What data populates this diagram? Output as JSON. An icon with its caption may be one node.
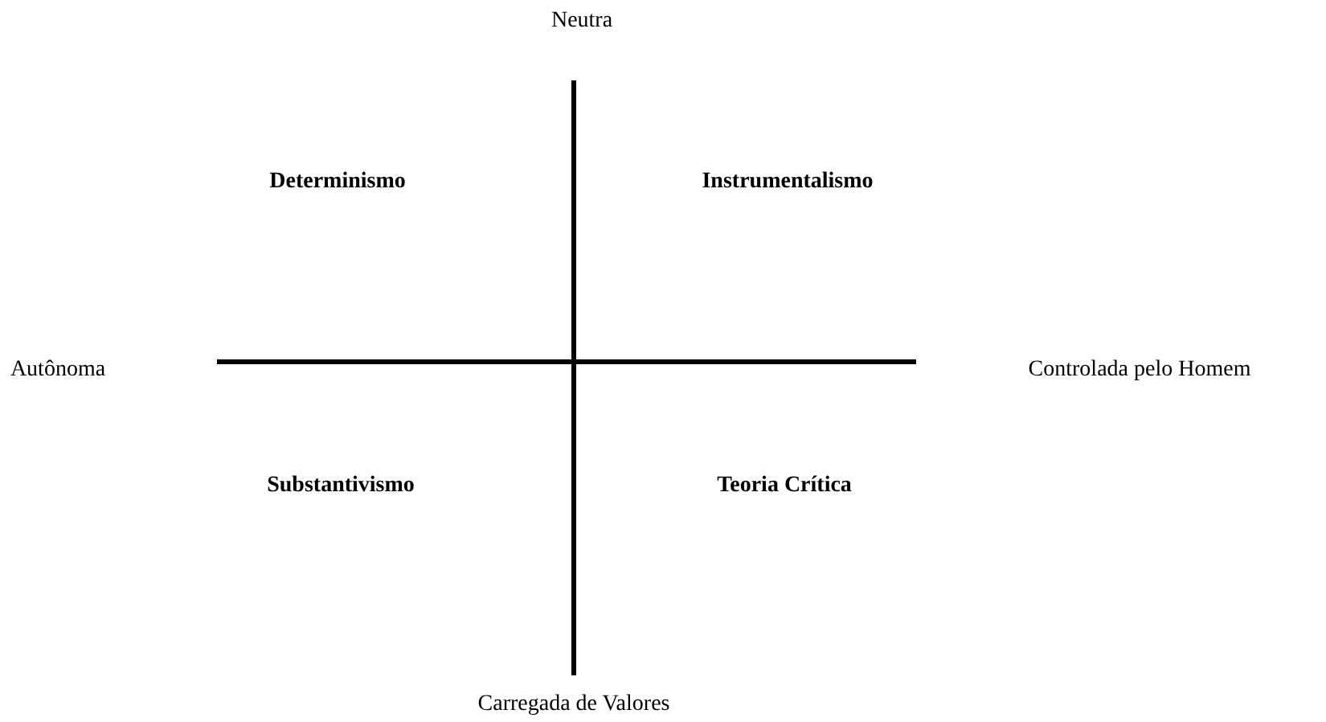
{
  "diagram": {
    "labels": [
      "Neutra",
      "Determinismo",
      "Instrumentalismo",
      "Autônoma",
      "Controlada pelo Homem",
      "Substantivismo",
      "Teoria Crítica",
      "Carregada de Valores"
    ]
  }
}
